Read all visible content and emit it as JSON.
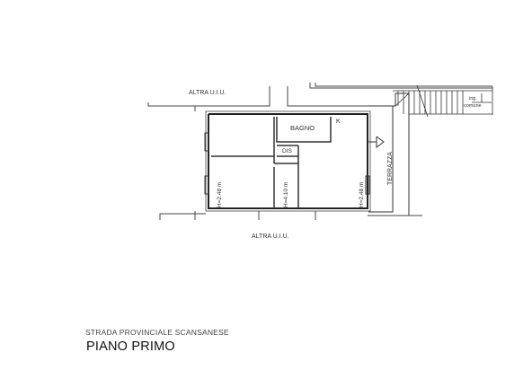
{
  "labels": {
    "neighbor_top": "ALTRA U.I.U.",
    "neighbor_bottom": "ALTRA U.I.U.",
    "bagno": "BAGNO",
    "kitchen": "K",
    "dis": "DIS",
    "terrazza": "TERRAZZA",
    "height_left": "H=2.48 m",
    "height_center": "H=4.10 m",
    "height_right": "H=2.48 m",
    "ingresso_line1": "ing.",
    "ingresso_line2": "comune"
  },
  "captions": {
    "street": "STRADA PROVINCIALE SCANSANESE",
    "floor": "PIANO PRIMO"
  }
}
